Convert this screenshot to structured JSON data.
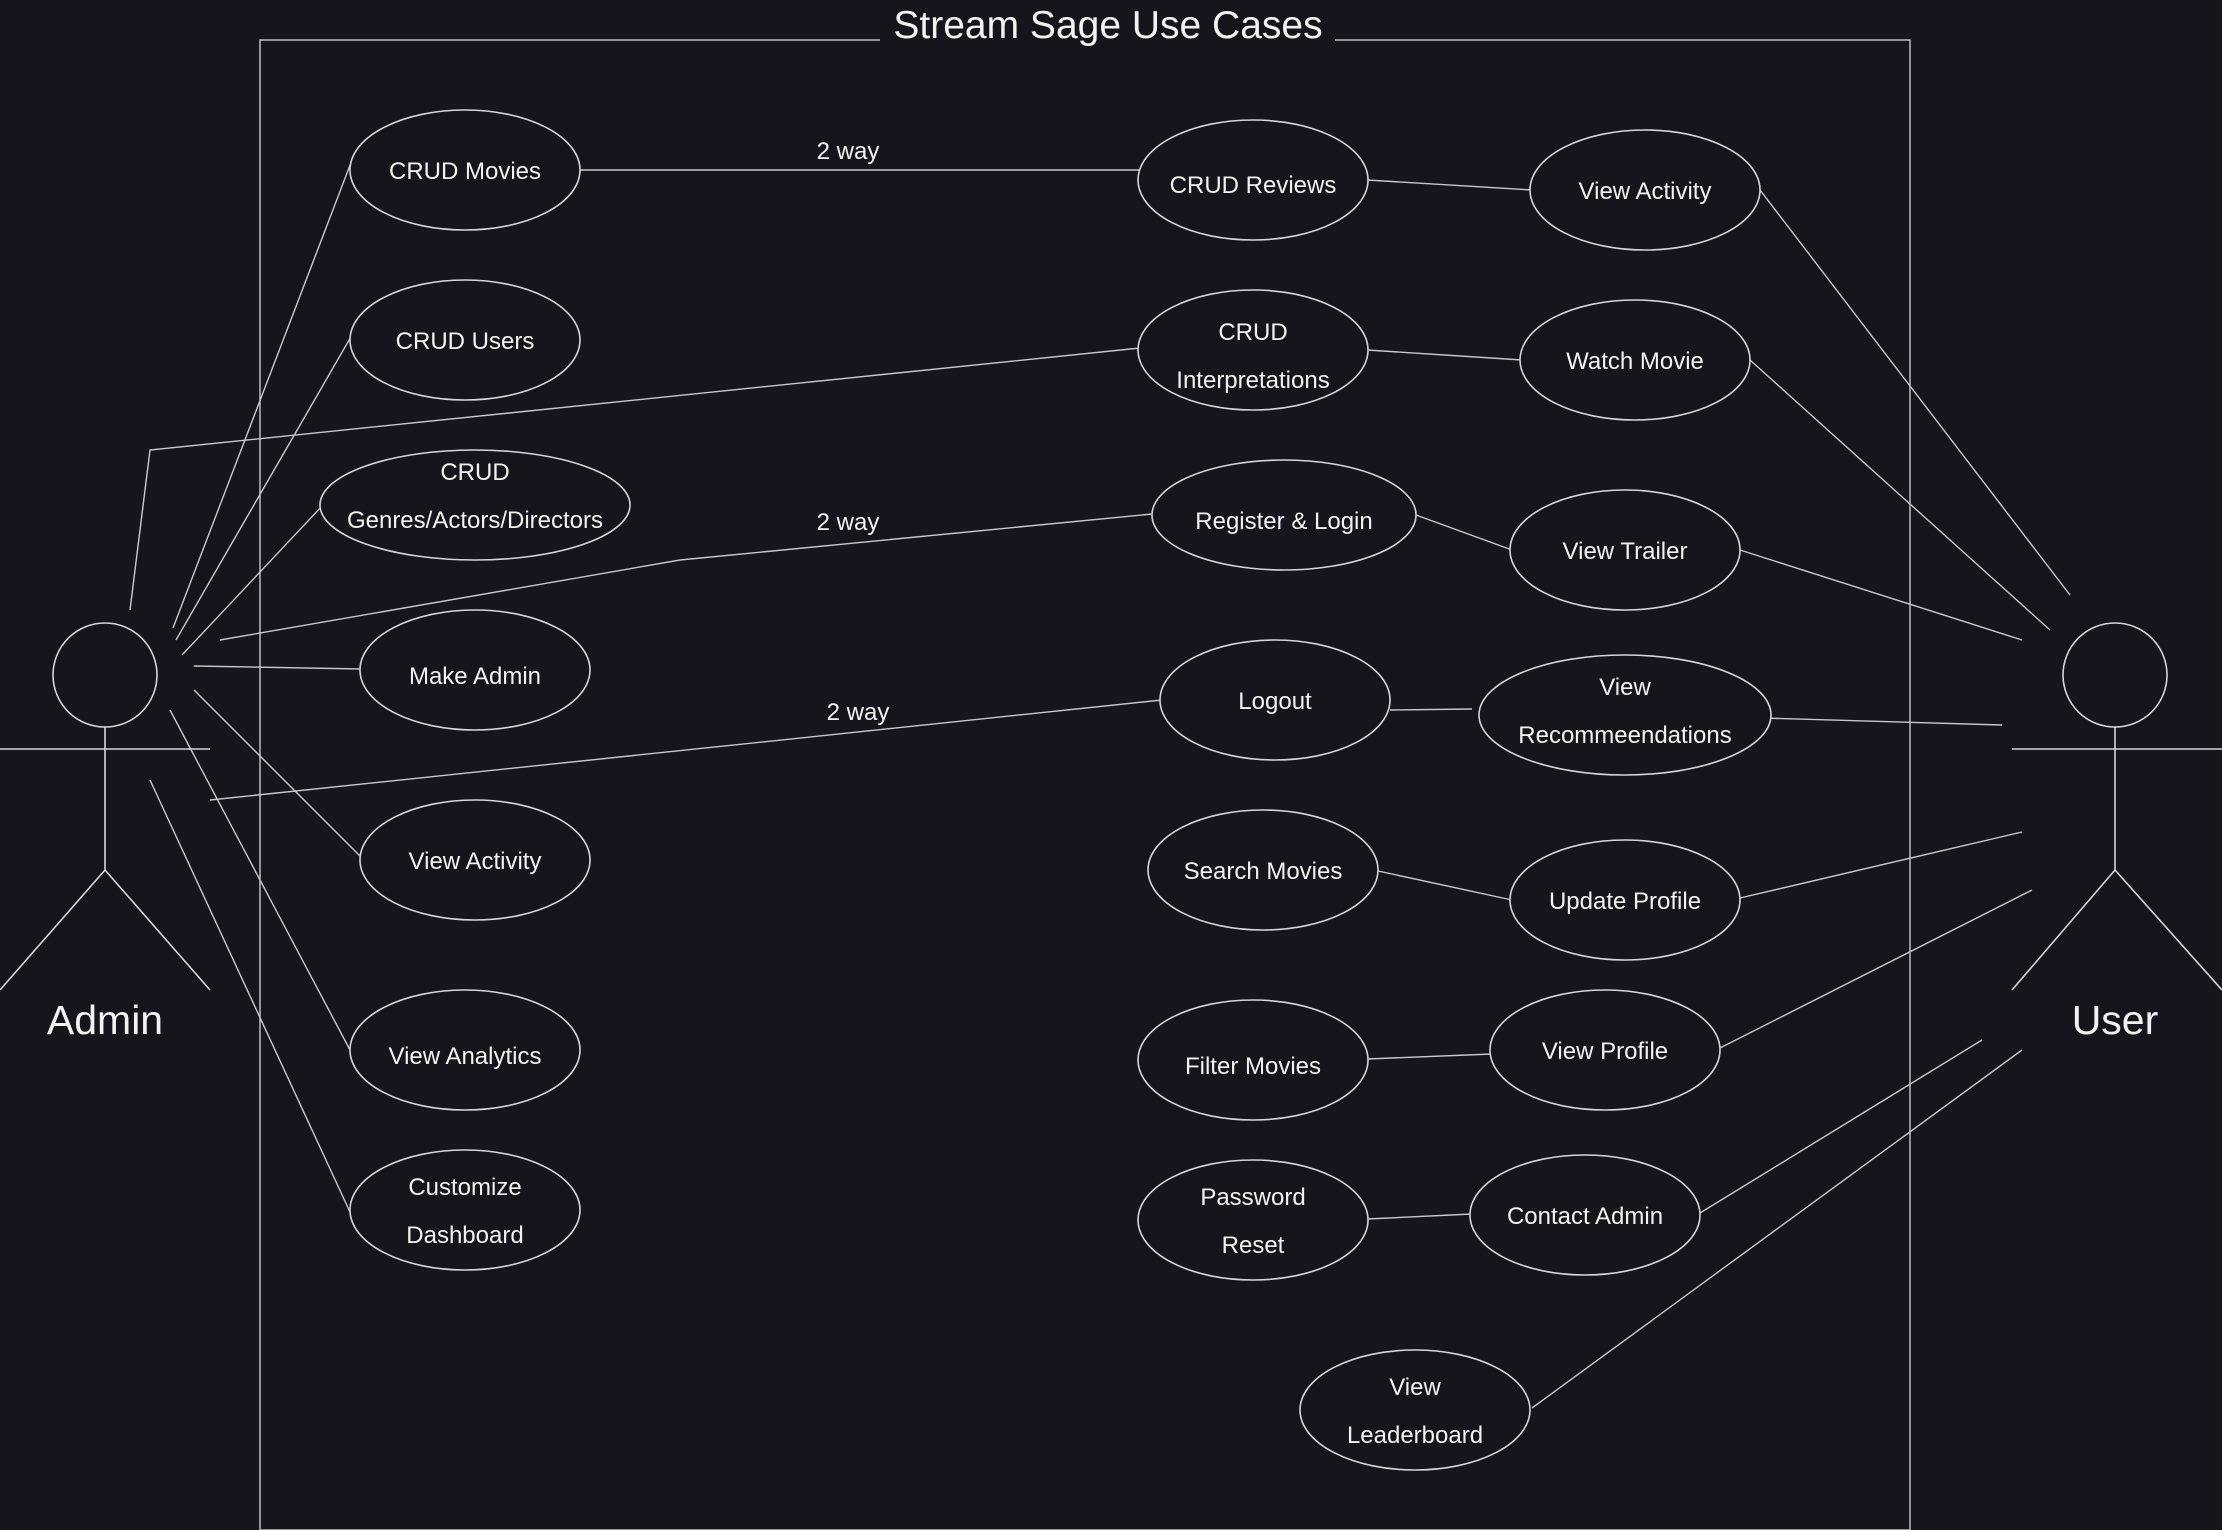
{
  "title": "Stream Sage Use Cases",
  "actors": {
    "admin": "Admin",
    "user": "User"
  },
  "use_cases": {
    "crud_movies": [
      "CRUD Movies"
    ],
    "crud_users": [
      "CRUD Users"
    ],
    "crud_genres": [
      "CRUD",
      "Genres/Actors/Directors"
    ],
    "make_admin": [
      "Make Admin"
    ],
    "admin_view_activity": [
      "View Activity"
    ],
    "view_analytics": [
      "View Analytics"
    ],
    "customize_dashboard": [
      "Customize",
      "Dashboard"
    ],
    "crud_reviews": [
      "CRUD Reviews"
    ],
    "crud_interpretations": [
      "CRUD",
      "Interpretations"
    ],
    "register_login": [
      "Register & Login"
    ],
    "logout": [
      "Logout"
    ],
    "search_movies": [
      "Search Movies"
    ],
    "filter_movies": [
      "Filter Movies"
    ],
    "password_reset": [
      "Password",
      "Reset"
    ],
    "view_leaderboard": [
      "View",
      "Leaderboard"
    ],
    "user_view_activity": [
      "View Activity"
    ],
    "watch_movie": [
      "Watch Movie"
    ],
    "view_trailer": [
      "View Trailer"
    ],
    "view_recommendations": [
      "View",
      "Recommeendations"
    ],
    "update_profile": [
      "Update Profile"
    ],
    "view_profile": [
      "View Profile"
    ],
    "contact_admin": [
      "Contact Admin"
    ]
  },
  "edge_labels": {
    "movies_reviews": "2 way",
    "register": "2 way",
    "logout": "2 way"
  }
}
